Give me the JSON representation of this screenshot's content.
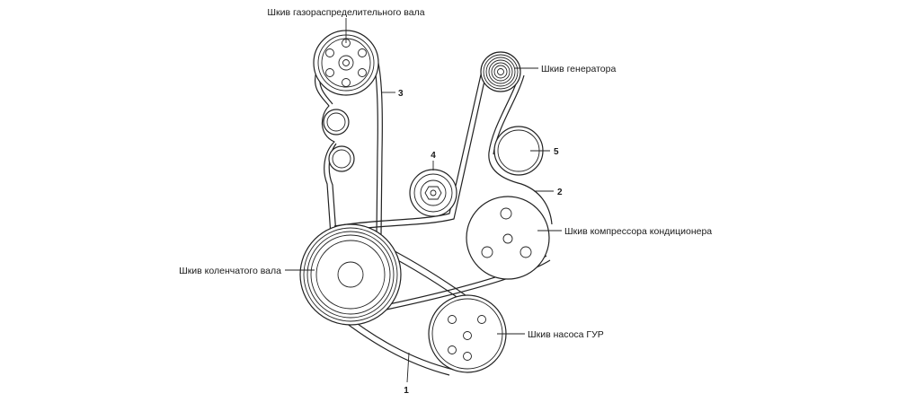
{
  "labels": {
    "camshaft": "Шкив газораспределительного вала",
    "alternator": "Шкив генератора",
    "ac_compressor": "Шкив компрессора кондиционера",
    "crankshaft": "Шкив коленчатого вала",
    "power_steering": "Шкив насоса ГУР"
  },
  "numbers": {
    "belt_1": "1",
    "belt_2": "2",
    "belt_3": "3",
    "tensioner_4": "4",
    "idler_5": "5"
  }
}
